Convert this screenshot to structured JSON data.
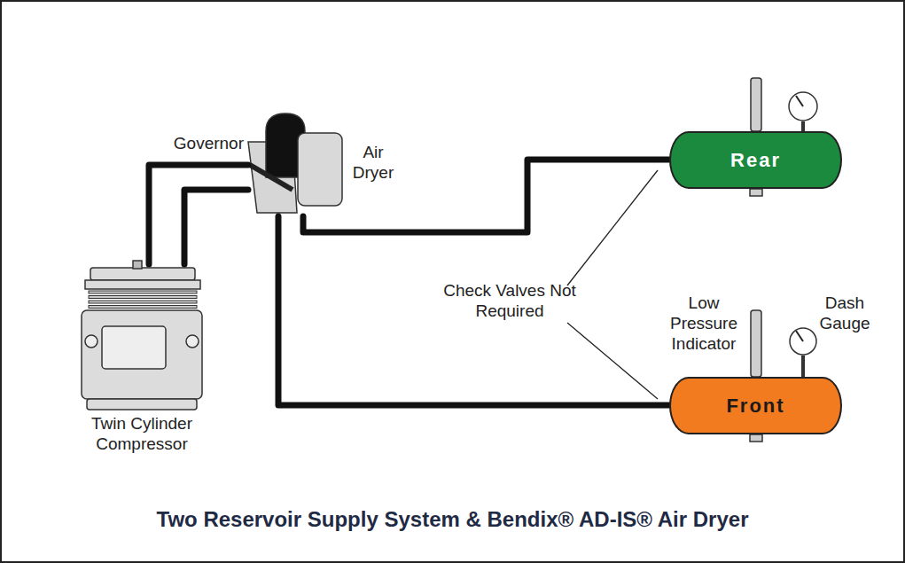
{
  "diagram": {
    "title": "Two Reservoir Supply System & Bendix® AD-IS® Air Dryer",
    "nodes": [
      {
        "text": [
          "Twin Cylinder Compressor"
        ]
      },
      {
        "text": [
          "Air Dryer"
        ]
      },
      {
        "text": [
          "Rear"
        ]
      },
      {
        "text": [
          "Front"
        ]
      }
    ],
    "edges": [
      {
        "from": 0,
        "to": 1,
        "arrow": "none"
      },
      {
        "from": 0,
        "to": 1,
        "arrow": "none"
      },
      {
        "from": 1,
        "to": 2,
        "arrow": "none"
      },
      {
        "from": 1,
        "to": 3,
        "arrow": "none"
      }
    ],
    "labels": [
      "Governor",
      "Check Valves Not Required",
      "Low Pressure Indicator",
      "Dash Gauge"
    ]
  }
}
